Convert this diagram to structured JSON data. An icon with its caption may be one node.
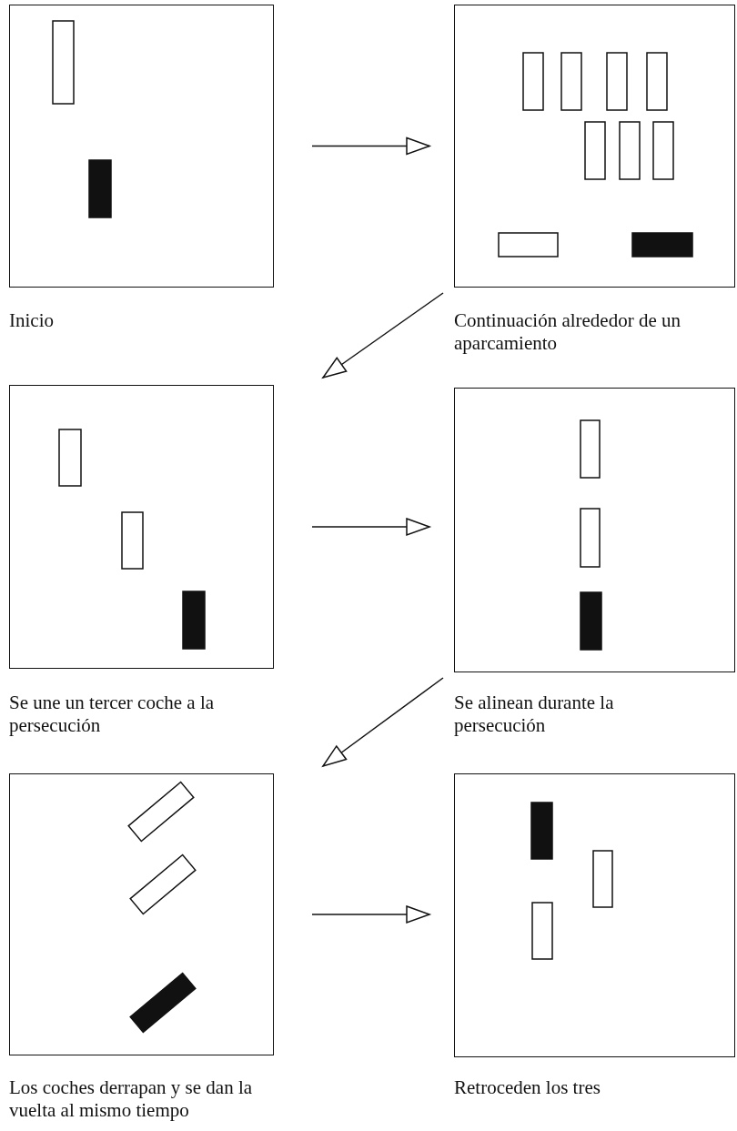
{
  "diagram": {
    "nodes": [
      {
        "text": [],
        "shape": "box",
        "beside": [
          "Inicio"
        ]
      },
      {
        "text": [],
        "shape": "box",
        "beside": [
          "Continuación alrededor de un aparcamiento"
        ]
      },
      {
        "text": [],
        "shape": "box",
        "beside": [
          "Se une un tercer coche a la persecución"
        ]
      },
      {
        "text": [],
        "shape": "box",
        "beside": [
          "Se alinean durante la persecución"
        ]
      },
      {
        "text": [],
        "shape": "box",
        "beside": [
          "Los coches derrapan y se dan la vuelta al mismo tiempo"
        ]
      },
      {
        "text": [],
        "shape": "box",
        "beside": [
          "Retroceden los tres"
        ]
      }
    ],
    "edges": [
      {
        "from": 0,
        "to": 1,
        "arrow": "to"
      },
      {
        "from": 1,
        "to": 2,
        "arrow": "to"
      },
      {
        "from": 2,
        "to": 3,
        "arrow": "to"
      },
      {
        "from": 3,
        "to": 4,
        "arrow": "to"
      },
      {
        "from": 4,
        "to": 5,
        "arrow": "to"
      }
    ]
  }
}
